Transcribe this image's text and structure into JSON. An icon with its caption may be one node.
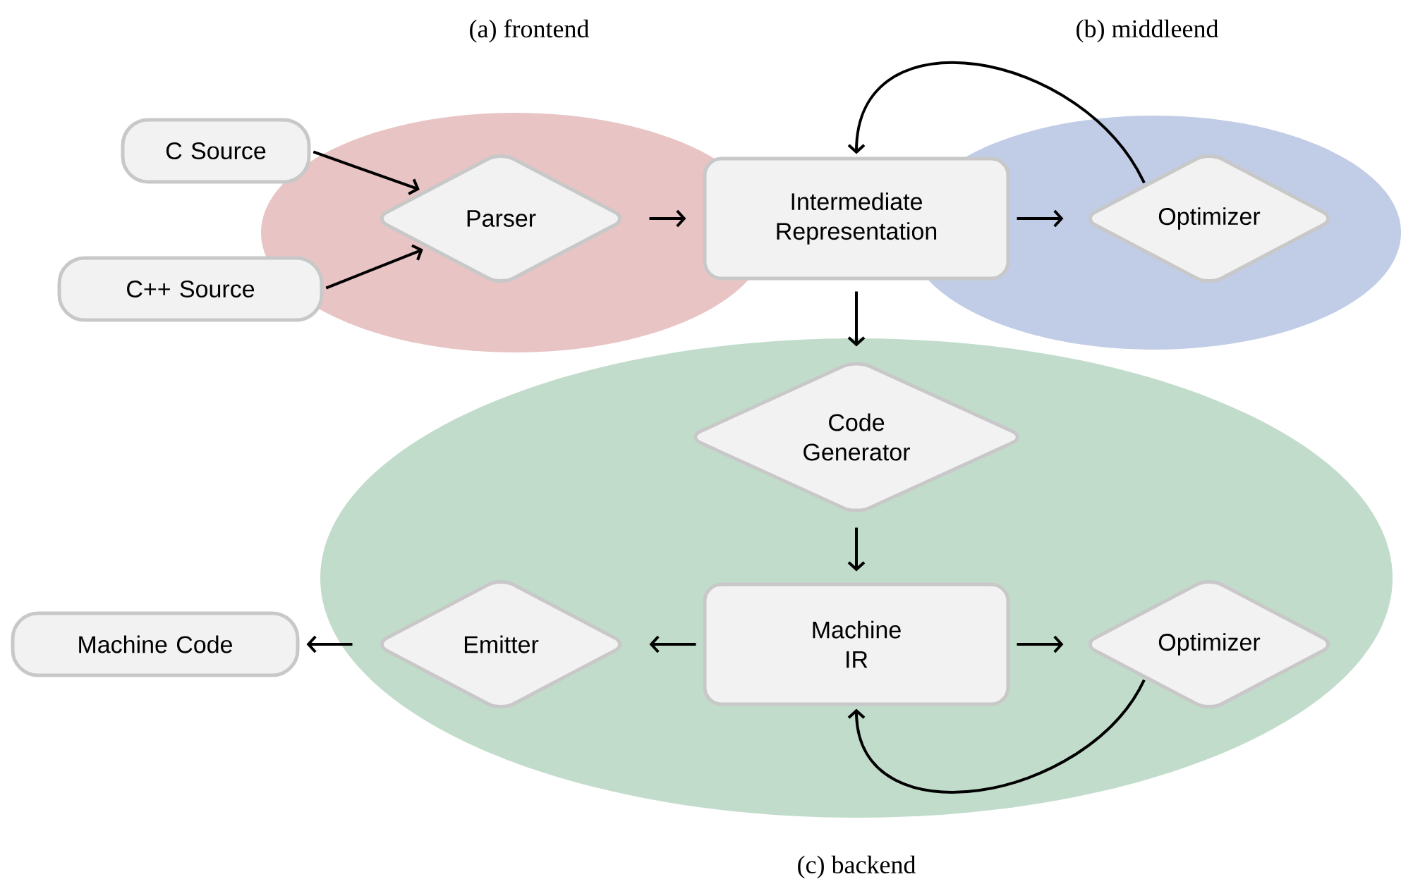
{
  "diagram": {
    "nodes": [
      {
        "text": [
          "(a) frontend"
        ]
      },
      {
        "text": [
          "(b) middleend"
        ]
      },
      {
        "text": [
          "(c) backend"
        ]
      },
      {
        "text": [
          "C Source"
        ]
      },
      {
        "text": [
          "C++ Source"
        ]
      },
      {
        "text": [
          "Parser"
        ],
        "in": 0
      },
      {
        "text": [
          "Intermediate Representation"
        ]
      },
      {
        "text": [
          "Optimizer"
        ],
        "in": 1
      },
      {
        "text": [
          "Code Generator"
        ],
        "in": 2
      },
      {
        "text": [
          "Machine IR"
        ],
        "in": 2
      },
      {
        "text": [
          "Optimizer"
        ],
        "in": 2
      },
      {
        "text": [
          "Emitter"
        ],
        "in": 2
      },
      {
        "text": [
          "Machine Code"
        ]
      }
    ],
    "edges": [
      {
        "from": 3,
        "to": 5,
        "arrow": "to"
      },
      {
        "from": 4,
        "to": 5,
        "arrow": "to"
      },
      {
        "from": 5,
        "to": 6,
        "arrow": "to"
      },
      {
        "from": 6,
        "to": 7,
        "arrow": "to"
      },
      {
        "from": 7,
        "to": 6,
        "arrow": "to"
      },
      {
        "from": 6,
        "to": 8,
        "arrow": "to"
      },
      {
        "from": 8,
        "to": 9,
        "arrow": "to"
      },
      {
        "from": 9,
        "to": 10,
        "arrow": "to"
      },
      {
        "from": 10,
        "to": 9,
        "arrow": "to"
      },
      {
        "from": 9,
        "to": 11,
        "arrow": "to"
      },
      {
        "from": 11,
        "to": 12,
        "arrow": "to"
      }
    ]
  }
}
